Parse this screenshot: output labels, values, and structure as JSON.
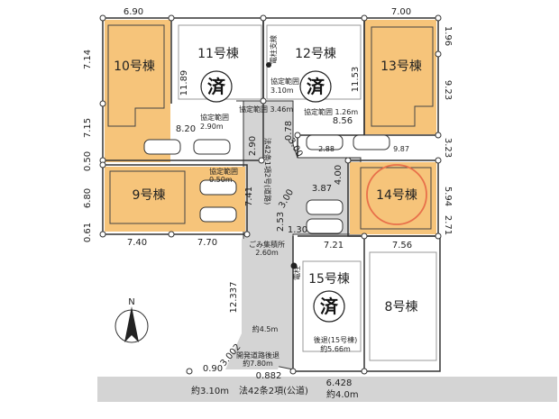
{
  "lots": {
    "l10": "10号棟",
    "l11": "11号棟",
    "l12": "12号棟",
    "l13": "13号棟",
    "l9": "9号棟",
    "l14": "14号棟",
    "l15": "15号棟",
    "l8": "8号棟"
  },
  "sold_mark": "済",
  "dims": {
    "top_690": "6.90",
    "top_700": "7.00",
    "left_714": "7.14",
    "left_715": "7.15",
    "left_050": "0.50",
    "left_680": "6.80",
    "left_061": "0.61",
    "bottom_740": "7.40",
    "bottom_770": "7.70",
    "d_1189": "11.89",
    "d_820": "8.20",
    "d_290": "2.90",
    "d_741": "7.41",
    "d_196": "1.96",
    "d_923": "9.23",
    "d_323": "3.23",
    "d_594": "5.94",
    "d_271": "2.71",
    "d_1153": "11.53",
    "d_856": "8.56",
    "d_078": "0.78",
    "d_300a": "3.00",
    "d_387": "3.87",
    "d_400": "4.00",
    "d_300b": "3.00",
    "d_253": "2.53",
    "d_130": "1.30",
    "d_721": "7.21",
    "d_756": "7.56",
    "d_12337": "12.337",
    "d_3002": "3.002",
    "d_090": "0.90",
    "d_0882": "0.882",
    "d_6428": "6.428"
  },
  "labels": {
    "kyotei_346": "協定範囲 3.46m",
    "kyotei_290_a": "協定範囲",
    "kyotei_290_b": "2.90m",
    "kyotei_050_a": "協定範囲",
    "kyotei_050_b": "0.50m",
    "kyotei_310_a": "協定範囲",
    "kyotei_310_b": "3.10m",
    "kyotei_126": "協定範囲 1.26m",
    "pole_support": "電柱支線",
    "pole": "電柱",
    "kodo_v": "法42条1項2号(道路)",
    "gomi_a": "ごみ集積所",
    "gomi_b": "2.60m",
    "yaku45": "約4.5m",
    "kaihatsu_a": "開発道路後退",
    "kaihatsu_b": "約7.80m",
    "koutai_a": "後退(15号棟)",
    "koutai_b": "約5.66m",
    "road_left": "約3.10m",
    "road_main": "法42条2項(公道)",
    "road_right": "約4.0m",
    "north": "N",
    "d_288": "2.88",
    "d_987": "9.87"
  },
  "colors": {
    "orange": "#f6c47a",
    "road_gray": "#d4d4d4",
    "border": "#333333",
    "circle": "#e8704a"
  }
}
